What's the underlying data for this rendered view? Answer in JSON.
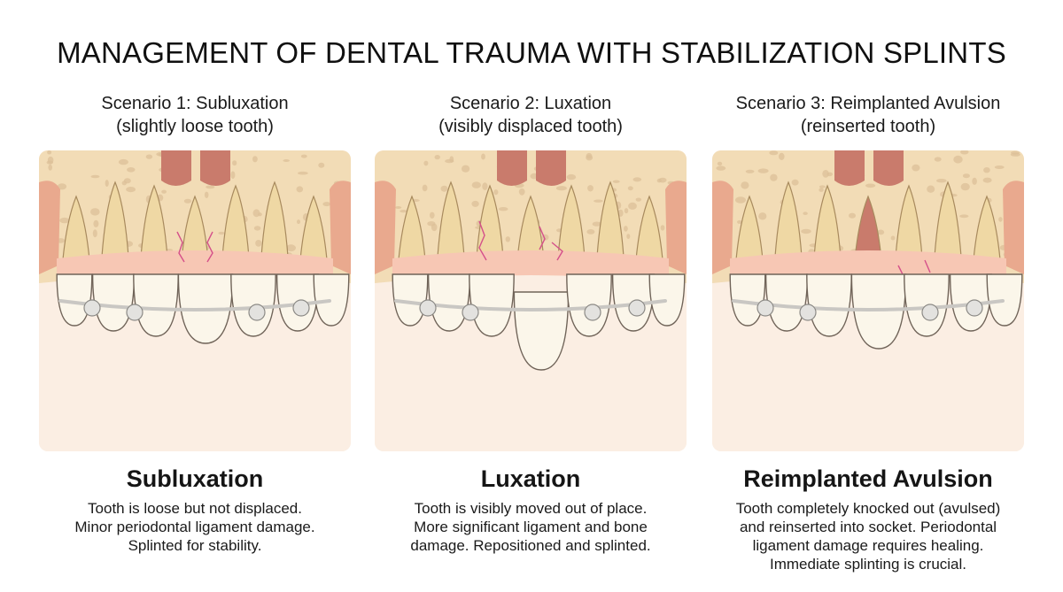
{
  "title": "MANAGEMENT OF DENTAL TRAUMA WITH STABILIZATION SPLINTS",
  "colors": {
    "bone": "#f2dcb6",
    "bone_pore": "#dcc098",
    "gum": "#e9a98e",
    "gum_edge": "#f7c7b4",
    "sinus": "#c97b6c",
    "root": "#efd8a4",
    "tooth": "#fbf6ea",
    "tooth_outline": "#6f6358",
    "wire": "#c9c7c3",
    "crack": "#d5508a",
    "panel_bg": "#fbeee3"
  },
  "scenarios": [
    {
      "line1": "Scenario 1: Subluxation",
      "line2": "(slightly loose tooth)",
      "heading": "Subluxation",
      "desc": [
        "Tooth is loose but not displaced.",
        "Minor periodontal ligament damage.",
        "Splinted for stability."
      ],
      "variant": "subluxation"
    },
    {
      "line1": "Scenario 2: Luxation",
      "line2": "(visibly displaced tooth)",
      "heading": "Luxation",
      "desc": [
        "Tooth is visibly moved out of place.",
        "More significant ligament and bone",
        "damage. Repositioned and splinted."
      ],
      "variant": "luxation"
    },
    {
      "line1": "Scenario 3: Reimplanted Avulsion",
      "line2": "(reinserted tooth)",
      "heading": "Reimplanted Avulsion",
      "desc": [
        "Tooth completely knocked out (avulsed)",
        "and reinserted into socket. Periodontal",
        "ligament damage requires healing.",
        "Immediate splinting is crucial."
      ],
      "variant": "avulsion"
    }
  ]
}
